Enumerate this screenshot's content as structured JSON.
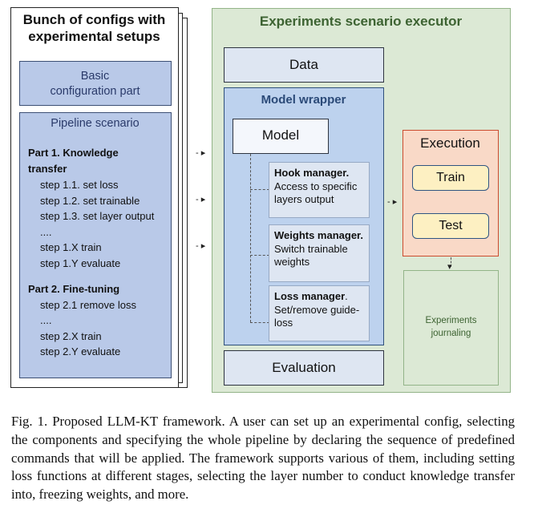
{
  "configs": {
    "title_line1": "Bunch of configs with",
    "title_line2": "experimental setups",
    "basic_line1": "Basic",
    "basic_line2": "configuration part",
    "pipeline_title": "Pipeline scenario",
    "part1_line1": "Part 1. Knowledge",
    "part1_line2": "transfer",
    "part1_steps": [
      "step 1.1. set loss",
      "step 1.2. set trainable",
      "step 1.3. set layer output",
      "....",
      "step 1.X train",
      "step 1.Y evaluate"
    ],
    "part2_title": "Part 2. Fine-tuning",
    "part2_steps": [
      "step 2.1 remove loss",
      "....",
      "step 2.X train",
      "step 2.Y evaluate"
    ]
  },
  "executor": {
    "title": "Experiments scenario executor",
    "data_label": "Data",
    "wrapper_title": "Model wrapper",
    "model_label": "Model",
    "hook": {
      "bold": "Hook manager.",
      "rest": "Access to specific layers output"
    },
    "weights": {
      "bold": "Weights manager.",
      "rest": "Switch trainable weights"
    },
    "loss": {
      "bold": "Loss manager",
      "rest": ". Set/remove guide-loss"
    },
    "evaluation_label": "Evaluation",
    "execution_title": "Execution",
    "train_label": "Train",
    "test_label": "Test",
    "journal_line1": "Experiments",
    "journal_line2": "journaling"
  },
  "caption": "Fig. 1.  Proposed LLM-KT framework. A user can set up an experimental config, selecting the components and specifying the whole pipeline by declaring the sequence of predefined commands that will be applied. The framework supports various of them, including setting loss functions at different stages, selecting the layer number to conduct knowledge transfer into, freezing weights, and more."
}
